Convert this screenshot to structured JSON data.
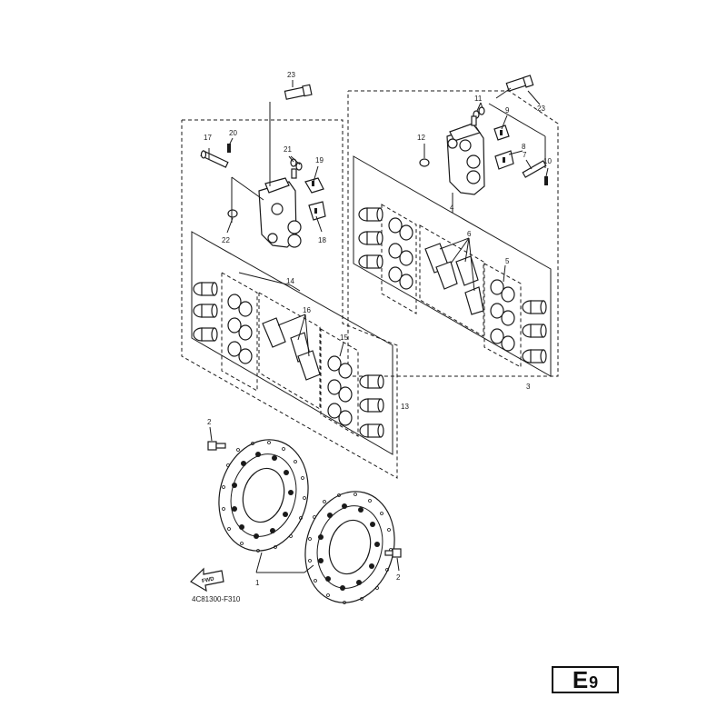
{
  "diagram": {
    "drawing_code": "4C81300-F310",
    "fwd_arrow_text": "FWD",
    "page_badge": {
      "letter": "E",
      "number": "9"
    },
    "callouts": {
      "c1": "1",
      "c2a": "2",
      "c2b": "2",
      "c3": "3",
      "c4": "4",
      "c5": "5",
      "c6": "6",
      "c7": "7",
      "c8": "8",
      "c9": "9",
      "c10": "10",
      "c11": "11",
      "c12": "12",
      "c13": "13",
      "c14": "14",
      "c15": "15",
      "c16": "16",
      "c17": "17",
      "c18": "18",
      "c19": "19",
      "c20": "20",
      "c21": "21",
      "c22": "22",
      "c23a": "23",
      "c23b": "23"
    }
  }
}
